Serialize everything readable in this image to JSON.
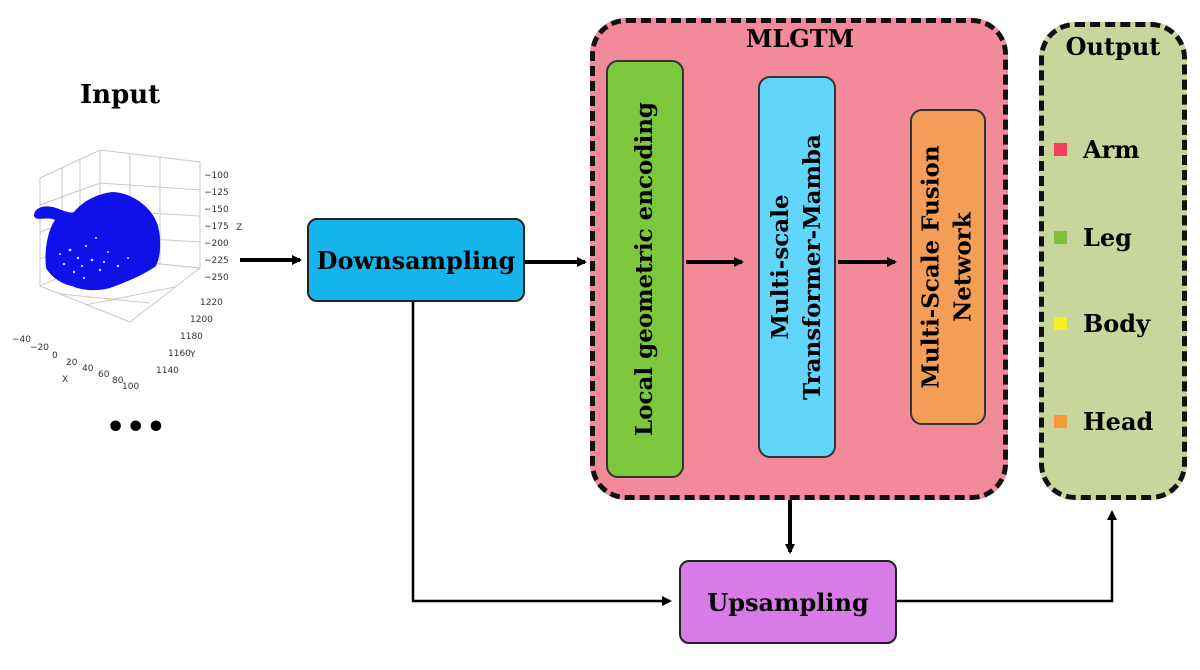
{
  "input": {
    "title": "Input",
    "ellipsis": "•••",
    "plot": {
      "point_color": "#1010e8",
      "z_ticks": [
        "−100",
        "−125",
        "−150",
        "−175",
        "−200",
        "−225",
        "−250"
      ],
      "z_label": "Z",
      "y_ticks": [
        "1220",
        "1200",
        "1180",
        "1160",
        "1140"
      ],
      "y_label": "Y",
      "x_ticks": [
        "−40",
        "−20",
        "0",
        "20",
        "40",
        "60",
        "80",
        "100"
      ],
      "x_label": "X"
    }
  },
  "nodes": {
    "downsampling": "Downsampling",
    "upsampling": "Upsampling"
  },
  "mlgtm": {
    "title": "MLGTM",
    "local_encoding": "Local geometric encoding",
    "mamba_line1": "Multi-scale",
    "mamba_line2": "Transformer-Mamba",
    "fusion_line1": "Multi-Scale Fusion",
    "fusion_line2": "Network"
  },
  "output": {
    "title": "Output",
    "legend": [
      {
        "label": "Arm",
        "color": "#f0435b"
      },
      {
        "label": "Leg",
        "color": "#7dc13a"
      },
      {
        "label": "Body",
        "color": "#f4f21e"
      },
      {
        "label": "Head",
        "color": "#f59a3c"
      }
    ]
  }
}
